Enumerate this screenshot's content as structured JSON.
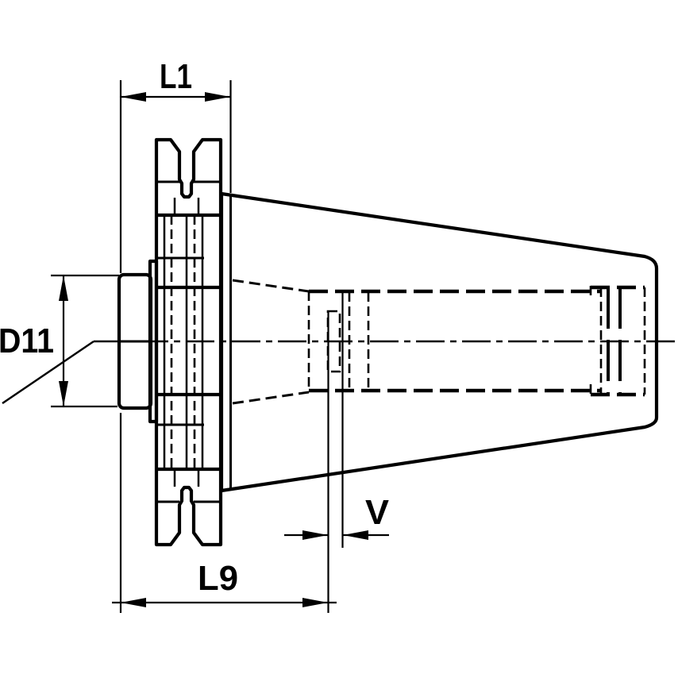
{
  "figure": {
    "kind": "engineering-dimension-drawing",
    "view": "side-view-taper-shank-tool-holder",
    "labels": {
      "l1": "L1",
      "d11": "D11",
      "v": "V",
      "l9": "L9"
    },
    "colors": {
      "line": "#000000",
      "part_fill": "#d8d8d8",
      "background": "#ffffff"
    }
  }
}
